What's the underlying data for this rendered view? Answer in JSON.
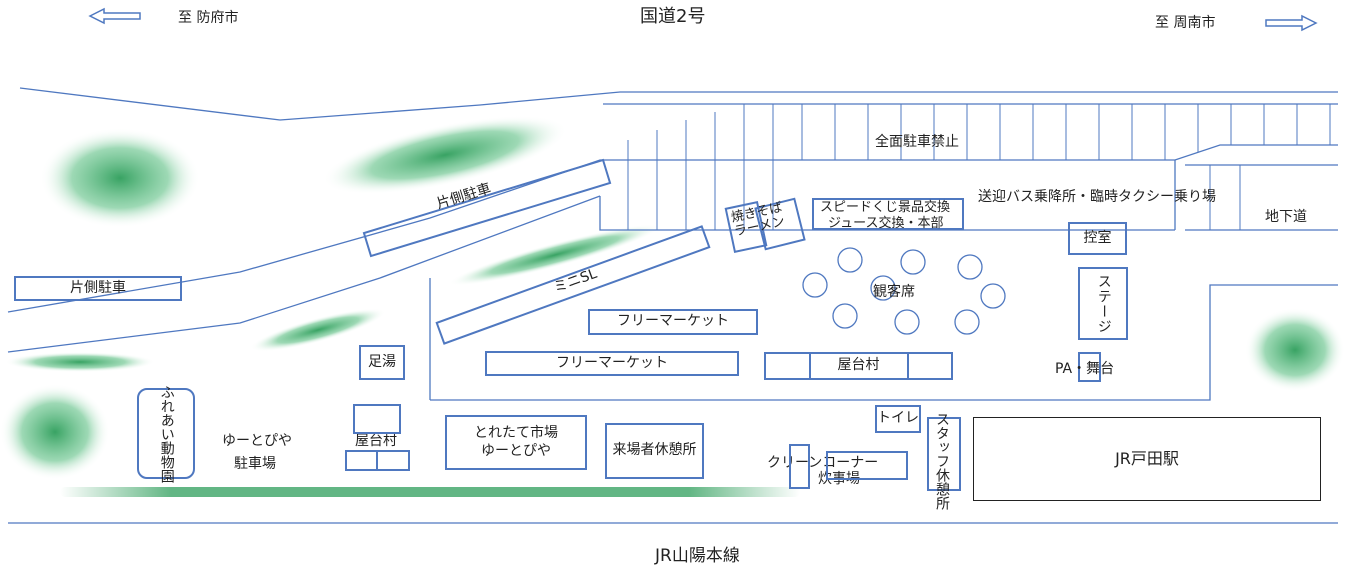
{
  "header": {
    "title": "国道2号",
    "left_direction": "至  防府市",
    "right_direction": "至  周南市"
  },
  "footer": {
    "railway": "JR山陽本線"
  },
  "map": {
    "parking_top": "片側駐車",
    "parking_left": "片側駐車",
    "no_parking": "全面駐車禁止",
    "bus_area": "送迎バス乗降所・臨時タクシー乗り場",
    "underpass": "地下道",
    "yakisoba": "焼きそば",
    "ramen": "ラーメン",
    "speed_kuji": "スピードくじ景品交換",
    "juice_honbu": "ジュース交換・本部",
    "mini_sl": "ミニSL",
    "waiting_room": "控室",
    "stage": "ステージ",
    "seats": "観客席",
    "pa_stage": "PA・舞台",
    "flea_market_1": "フリーマーケット",
    "flea_market_2": "フリーマーケット",
    "yatai_right": "屋台村",
    "ashiyu": "足湯",
    "fureai_zoo": "ふれあい動物園",
    "yutopia_parking_1": "ゆーとぴや",
    "yutopia_parking_2": "駐車場",
    "yatai_left": "屋台村",
    "toretate_1": "とれたて市場",
    "toretate_2": "ゆーとぴや",
    "rest_area": "来場者休憩所",
    "toilet": "トイレ",
    "clean_corner": "クリーンコーナー",
    "cooking_area": "炊事場",
    "staff_rest": "スタッフ休憩所",
    "station": "JR戸田駅"
  },
  "colors": {
    "line": "#4f78c0",
    "tree": "#2e9e5b",
    "station_border": "#222222"
  }
}
